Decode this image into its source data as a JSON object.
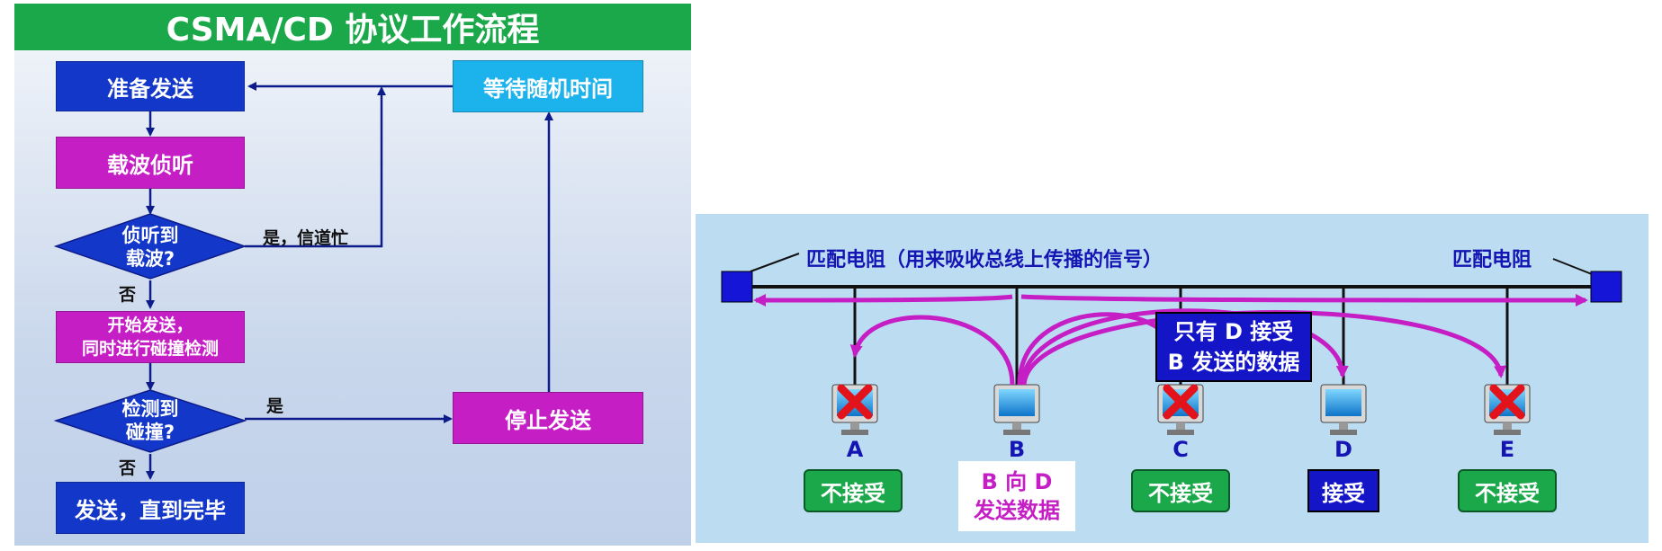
{
  "left": {
    "title": "CSMA/CD 协议工作流程",
    "nodes": {
      "prepare": "准备发送",
      "sense": "载波侦听",
      "sensed_line1": "侦听到",
      "sensed_line2": "载波?",
      "start_line1": "开始发送，",
      "start_line2": "同时进行碰撞检测",
      "collision_line1": "检测到",
      "collision_line2": "碰撞?",
      "done": "发送，直到完毕",
      "stop": "停止发送",
      "wait": "等待随机时间"
    },
    "edge_labels": {
      "busy": "是，信道忙",
      "no1": "否",
      "yes": "是",
      "no2": "否"
    }
  },
  "right": {
    "terminator_left": "匹配电阻（用来吸收总线上传播的信号）",
    "terminator_right": "匹配电阻",
    "callout_line1": "只有 D 接受",
    "callout_line2": "B 发送的数据",
    "stations": [
      {
        "name": "A",
        "status": "不接受",
        "crossed": true
      },
      {
        "name": "B",
        "status_line1": "B 向 D",
        "status_line2": "发送数据",
        "crossed": false
      },
      {
        "name": "C",
        "status": "不接受",
        "crossed": true
      },
      {
        "name": "D",
        "status": "接受",
        "crossed": false
      },
      {
        "name": "E",
        "status": "不接受",
        "crossed": true
      }
    ]
  },
  "colors": {
    "green": "#1aa84a",
    "blue": "#1337c8",
    "magenta": "#c51ec5",
    "cyan": "#1cb3ec",
    "signal": "#c51ec5",
    "cross": "#e3131b"
  }
}
